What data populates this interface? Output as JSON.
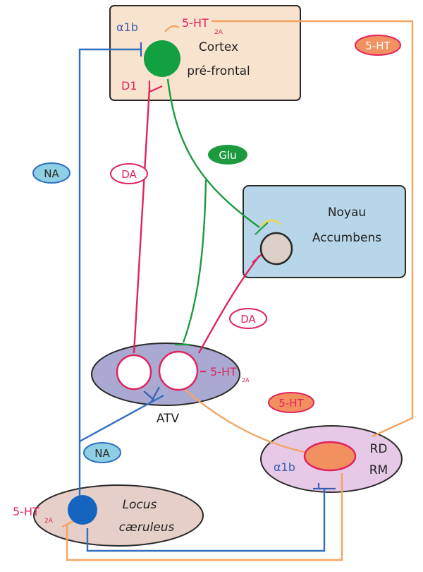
{
  "regions": {
    "cortex": {
      "line1": "Cortex",
      "line2": "pré-frontal",
      "color": "#f8e3cf"
    },
    "accumbens": {
      "line1": "Noyau",
      "line2": "Accumbens",
      "color": "#b8d6ea"
    },
    "atv": {
      "label": "ATV",
      "color": "#a9a9d2"
    },
    "rd_rm": {
      "line1": "RD",
      "line2": "RM",
      "color": "#e6c9e6"
    },
    "locus": {
      "line1": "Locus",
      "line2": "cæruleus",
      "color": "#e6cfc8"
    }
  },
  "receptors": {
    "alpha1b_cortex": "α1b",
    "ht2a_cortex": "5-HT",
    "ht2a_cortex_sub": "2A",
    "d1": "D1",
    "ht2a_atv": "5-HT",
    "ht2a_atv_sub": "2A",
    "alpha1b_rd": "α1b",
    "ht2a_locus": "5-HT",
    "ht2a_locus_sub": "2A"
  },
  "pathway_badges": {
    "ht_top": "5-HT",
    "glu": "Glu",
    "na_left": "NA",
    "da_top": "DA",
    "da_mid": "DA",
    "ht_mid": "5-HT",
    "na_bottom": "NA"
  },
  "colors": {
    "dopamine": "#e0245e",
    "glutamate": "#1e9a3e",
    "noradrenaline": "#2f6fc0",
    "serotonin": "#f4a460",
    "serotonin_badge": "#f29060",
    "receptor_blue": "#3b5fb0"
  }
}
